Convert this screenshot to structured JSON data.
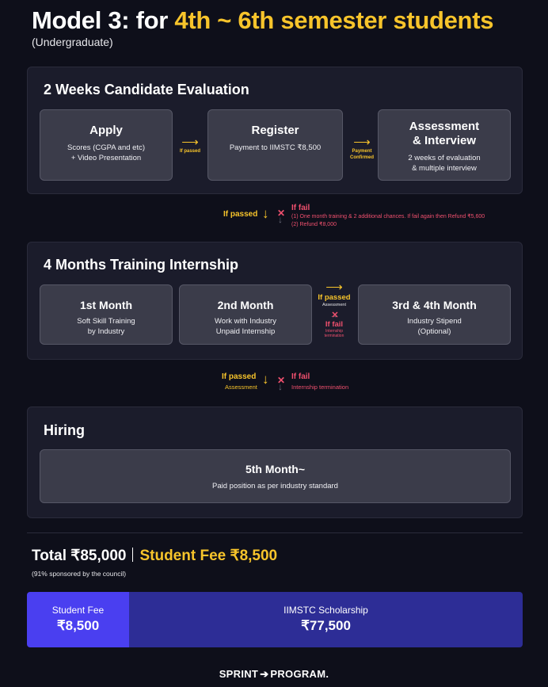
{
  "header": {
    "title_prefix": "Model 3: for ",
    "title_highlight": "4th ~ 6th semester students",
    "subtitle": "(Undergraduate)"
  },
  "evaluation": {
    "title": "2 Weeks Candidate Evaluation",
    "cards": [
      {
        "title": "Apply",
        "desc1": "Scores (CGPA and etc)",
        "desc2": "+ Video Presentation"
      },
      {
        "title": "Register",
        "desc1": "Payment to IIMSTC ₹8,500"
      },
      {
        "title1": "Assessment",
        "title2": "& Interview",
        "desc1": "2 weeks of evaluation",
        "desc2": "& multiple interview"
      }
    ],
    "arrow1_label": "If passed",
    "arrow2_label1": "Payment",
    "arrow2_label2": "Confirmed"
  },
  "flow1": {
    "passed": "If passed",
    "fail": "If fail",
    "fail_line1": "(1) One month training & 2 additional chances. If fail again then Refund ₹5,600",
    "fail_line2": "(2) Refund ₹8,000"
  },
  "training": {
    "title": "4 Months Training Internship",
    "cards": [
      {
        "title": "1st Month",
        "desc1": "Soft Skill Training",
        "desc2": "by Industry"
      },
      {
        "title": "2nd Month",
        "desc1": "Work with Industry",
        "desc2": "Unpaid Internship"
      },
      {
        "title": "3rd & 4th Month",
        "desc1": "Industry Stipend",
        "desc2": "(Optional)"
      }
    ],
    "mid_passed": "If passed",
    "mid_assessment": "Assessment",
    "mid_fail": "If fail",
    "mid_fail_note1": "Internship",
    "mid_fail_note2": "termination"
  },
  "flow2": {
    "passed": "If passed",
    "passed_sub": "Assessment",
    "fail": "If fail",
    "fail_sub": "Internship termination"
  },
  "hiring": {
    "title": "Hiring",
    "card_title": "5th Month~",
    "card_desc": "Paid position as per industry standard"
  },
  "totals": {
    "total": "Total ₹85,000",
    "student_fee": "Student Fee ₹8,500",
    "note": "(91% sponsored by the council)"
  },
  "fee_bar": {
    "fee_label": "Student Fee",
    "fee_amount": "₹8,500",
    "scholarship_label": "IIMSTC Scholarship",
    "scholarship_amount": "₹77,500"
  },
  "footer": {
    "logo_left": "SPRINT",
    "logo_right": "PROGRAM."
  },
  "colors": {
    "background": "#0e0f1a",
    "highlight": "#f7c42b",
    "fail": "#f0506e",
    "fee_bar": "#4a3ff0",
    "scholarship_bar": "#2d2d96"
  }
}
